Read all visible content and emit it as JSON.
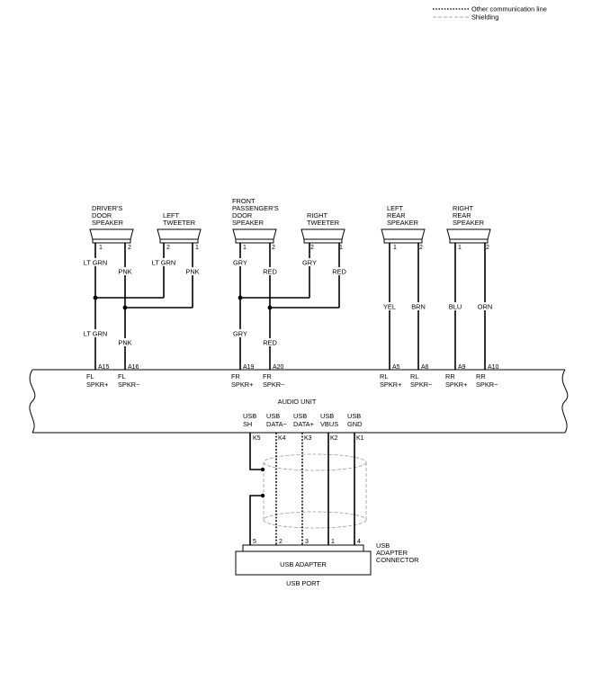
{
  "legend": {
    "other_comm": "Other communication line",
    "shielding": "Shielding"
  },
  "speakers": [
    {
      "id": "drv",
      "name": [
        "DRIVER'S",
        "DOOR",
        "SPEAKER"
      ],
      "pin_a": "1",
      "pin_b": "2"
    },
    {
      "id": "ltw",
      "name": [
        "LEFT",
        "TWEETER"
      ],
      "pin_a": "2",
      "pin_b": "1"
    },
    {
      "id": "fpd",
      "name": [
        "FRONT",
        "PASSENGER'S",
        "DOOR",
        "SPEAKER"
      ],
      "pin_a": "1",
      "pin_b": "2"
    },
    {
      "id": "rtw",
      "name": [
        "RIGHT",
        "TWEETER"
      ],
      "pin_a": "2",
      "pin_b": "1"
    },
    {
      "id": "lrs",
      "name": [
        "LEFT",
        "REAR",
        "SPEAKER"
      ],
      "pin_a": "1",
      "pin_b": "2"
    },
    {
      "id": "rrs",
      "name": [
        "RIGHT",
        "REAR",
        "SPEAKER"
      ],
      "pin_a": "1",
      "pin_b": "2"
    }
  ],
  "wire_colors": {
    "lt_grn": "LT GRN",
    "pnk": "PNK",
    "gry": "GRY",
    "red": "RED",
    "yel": "YEL",
    "brn": "BRN",
    "blu": "BLU",
    "orn": "ORN"
  },
  "audio_unit": {
    "name": "AUDIO UNIT",
    "terminals": [
      {
        "pin": "A15",
        "label": [
          "FL",
          "SPKR+"
        ]
      },
      {
        "pin": "A16",
        "label": [
          "FL",
          "SPKR−"
        ]
      },
      {
        "pin": "A19",
        "label": [
          "FR",
          "SPKR+"
        ]
      },
      {
        "pin": "A20",
        "label": [
          "FR",
          "SPKR−"
        ]
      },
      {
        "pin": "A5",
        "label": [
          "RL",
          "SPKR+"
        ]
      },
      {
        "pin": "A6",
        "label": [
          "RL",
          "SPKR−"
        ]
      },
      {
        "pin": "A9",
        "label": [
          "RR",
          "SPKR+"
        ]
      },
      {
        "pin": "A10",
        "label": [
          "RR",
          "SPKR−"
        ]
      }
    ],
    "usb_terminals": [
      {
        "pin": "K5",
        "label": [
          "USB",
          "SH"
        ]
      },
      {
        "pin": "K4",
        "label": [
          "USB",
          "DATA−"
        ]
      },
      {
        "pin": "K3",
        "label": [
          "USB",
          "DATA+"
        ]
      },
      {
        "pin": "K2",
        "label": [
          "USB",
          "VBUS"
        ]
      },
      {
        "pin": "K1",
        "label": [
          "USB",
          "GND"
        ]
      }
    ]
  },
  "usb_adapter": {
    "name": "USB ADAPTER",
    "port": "USB PORT",
    "connector": [
      "USB",
      "ADAPTER",
      "CONNECTOR"
    ],
    "pins": [
      "5",
      "2",
      "3",
      "1",
      "4"
    ]
  }
}
